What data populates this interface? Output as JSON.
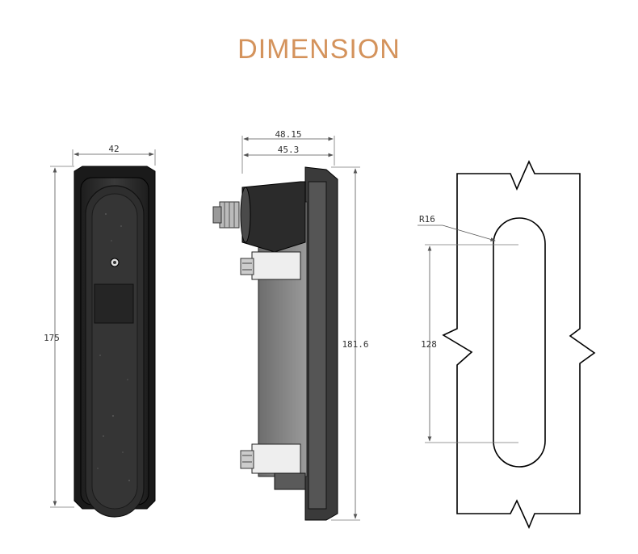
{
  "title": "DIMENSION",
  "front_view": {
    "width_label": "42",
    "height_label": "175"
  },
  "side_view": {
    "overall_depth_label": "48.15",
    "inner_depth_label": "45.3",
    "height_label": "181.6"
  },
  "cutout_view": {
    "radius_label": "R16",
    "slot_length_label": "128"
  }
}
